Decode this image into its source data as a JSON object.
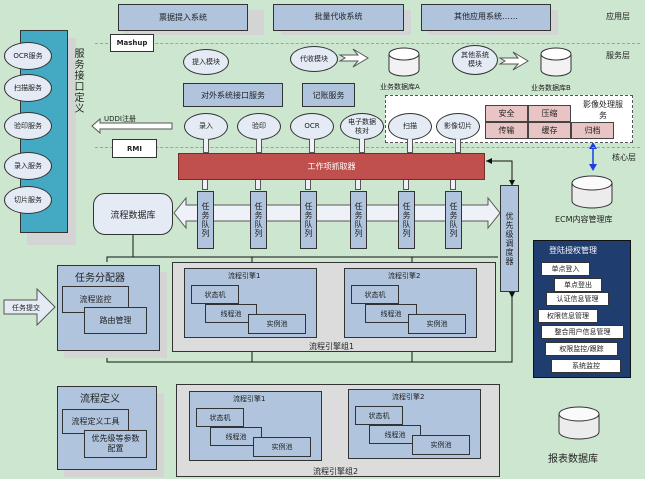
{
  "layers": {
    "application": "应用层",
    "service": "服务层",
    "core": "核心层"
  },
  "app_systems": [
    "票据提入系统",
    "批量代收系统",
    "其他应用系统……"
  ],
  "service_interface": {
    "title": "服务接口定义",
    "services": [
      "OCR服务",
      "扫描服务",
      "验印服务",
      "录入服务",
      "切片服务"
    ],
    "uddi_label": "UDDI注册",
    "mashup_label": "Mashup",
    "rmi_label": "RMI"
  },
  "service_layer": {
    "modules": [
      "提入模块",
      "代收模块",
      "其他系统模块"
    ],
    "databases": [
      "业务数据库A",
      "业务数据库B"
    ],
    "external_interface": "对外系统接口服务",
    "accounting": "记账服务",
    "work_items": [
      "录入",
      "验印",
      "OCR",
      "电子数据核对",
      "扫描",
      "影像切片"
    ],
    "image_service": {
      "title": "影像处理服务",
      "cells": [
        "安全",
        "压缩",
        "传输",
        "缓存",
        "归档"
      ]
    }
  },
  "core": {
    "work_fetcher": "工作项抓取器",
    "task_queue_label": "任务队列",
    "task_queue_count": 6,
    "process_db": "流程数据库",
    "priority_scheduler": "优先级调度器",
    "ecm_db": "ECM内容管理库",
    "task_submit": "任务提交",
    "task_dispatcher": {
      "title": "任务分配器",
      "items": [
        "流程监控",
        "路由管理"
      ]
    },
    "engine_groups": [
      {
        "label": "流程引擎组1",
        "engines": [
          {
            "title": "流程引擎1",
            "items": [
              "状态机",
              "线程池",
              "实例池"
            ]
          },
          {
            "title": "流程引擎2",
            "items": [
              "状态机",
              "线程池",
              "实例池"
            ]
          }
        ]
      },
      {
        "label": "流程引擎组2",
        "engines": [
          {
            "title": "流程引擎1",
            "items": [
              "状态机",
              "线程池",
              "实例池"
            ]
          },
          {
            "title": "流程引擎2",
            "items": [
              "状态机",
              "线程池",
              "实例池"
            ]
          }
        ]
      }
    ],
    "process_definition": {
      "title": "流程定义",
      "items": [
        "流程定义工具",
        "优先级等参数配置"
      ]
    }
  },
  "auth_management": {
    "title": "登陆授权管理",
    "items": [
      "单点登入",
      "单点登出",
      "认证信息管理",
      "权限信息管理",
      "整合用户信息管理",
      "权限监控/跟踪",
      "系统监控"
    ]
  },
  "report_db": "报表数据库",
  "colors": {
    "background": "#cde6cf",
    "box_blue": "#b0c4de",
    "service_column": "#44a9c3",
    "work_fetcher": "#c0504d",
    "auth_panel": "#1f3d6e",
    "pink_cell": "#e8c4c4"
  }
}
